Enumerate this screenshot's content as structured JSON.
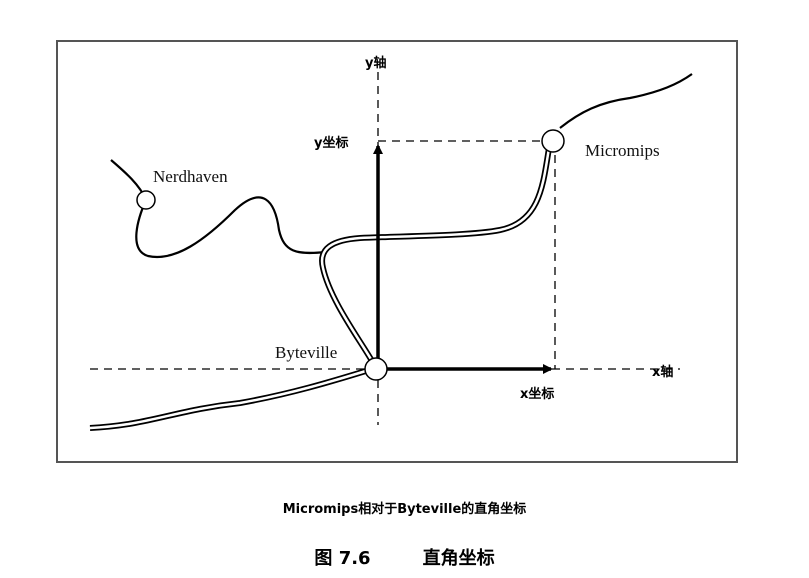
{
  "places": {
    "origin": "Byteville",
    "target": "Micromips",
    "other": "Nerdhaven"
  },
  "axes": {
    "x_axis": "x轴",
    "y_axis": "y轴",
    "x_coord": "x坐标",
    "y_coord": "y坐标"
  },
  "caption": {
    "subtitle": "Micromips相对于Byteville的直角坐标",
    "figure_number": "图 7.6",
    "figure_title": "直角坐标"
  },
  "colors": {
    "stroke": "#000000",
    "frame": "#555555",
    "background": "#ffffff"
  }
}
